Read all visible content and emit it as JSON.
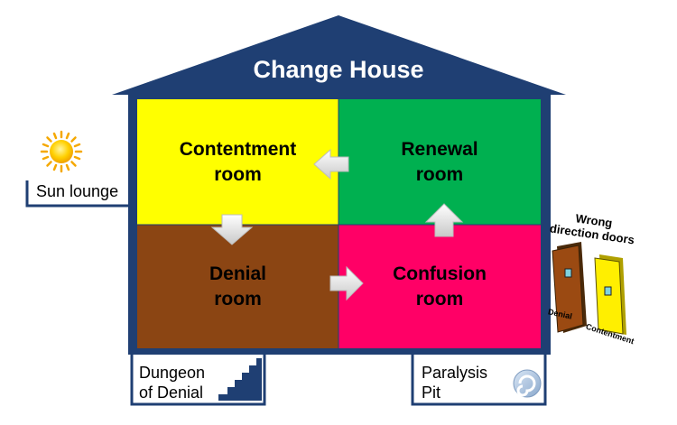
{
  "title": "Change House",
  "rooms": {
    "contentment": "Contentment\nroom",
    "renewal": "Renewal\nroom",
    "denial": "Denial\nroom",
    "confusion": "Confusion\nroom"
  },
  "annex": {
    "sun_lounge": "Sun lounge",
    "dungeon": "Dungeon\nof Denial",
    "paralysis": "Paralysis\nPit"
  },
  "wrong_doors": {
    "heading": "Wrong\ndirection doors",
    "door_left": "Denial",
    "door_right": "Contentment"
  },
  "colors": {
    "house": "#1F3F73",
    "contentment": "#FFFF00",
    "renewal": "#00B050",
    "denial": "#8B4513",
    "confusion": "#FF0066"
  },
  "icons": [
    "sun-icon",
    "stairs-icon",
    "spiral-icon",
    "door-icon",
    "arrow-left-icon",
    "arrow-down-icon",
    "arrow-right-icon",
    "arrow-up-icon"
  ]
}
